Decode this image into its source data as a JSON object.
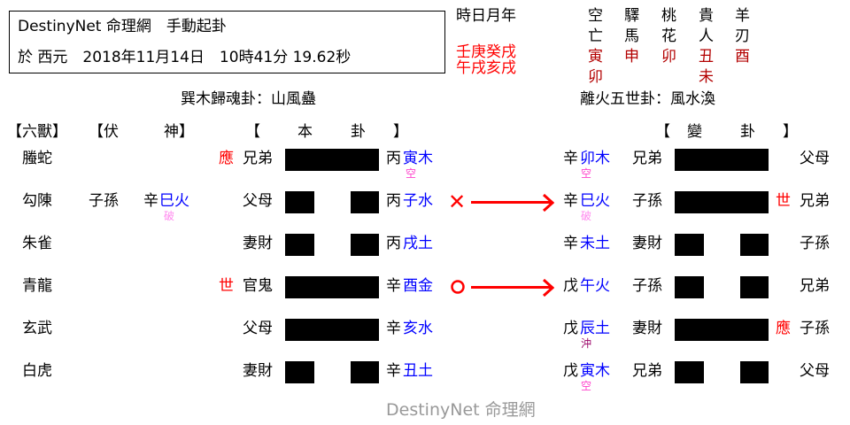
{
  "header": {
    "line1": "DestinyNet 命理網　手動起卦",
    "line2": "於 西元　2018年11月14日　10時41分 19.62秒"
  },
  "ganzhi": {
    "label": "時日月年",
    "stems": "壬庚癸戌",
    "branches": "午戌亥戌"
  },
  "shensha": {
    "columns": [
      {
        "top": "空",
        "bottom": "亡",
        "values": [
          "寅",
          "卯"
        ]
      },
      {
        "top": "驛",
        "bottom": "馬",
        "values": [
          "申"
        ]
      },
      {
        "top": "桃",
        "bottom": "花",
        "values": [
          "卯"
        ]
      },
      {
        "top": "貴",
        "bottom": "人",
        "values": [
          "丑",
          "未"
        ]
      },
      {
        "top": "羊",
        "bottom": "刃",
        "values": [
          "酉"
        ]
      }
    ]
  },
  "main_hexagram_title": "巽木歸魂卦：山風蠱",
  "changed_hexagram_title": "離火五世卦：風水渙",
  "headers": {
    "six_beasts": "【六獸】",
    "hidden_open": "【伏",
    "hidden_close": "神】",
    "main_open": "【",
    "main_mid1": "本",
    "main_mid2": "卦",
    "main_close": "】",
    "changed_open": "【",
    "changed_mid1": "變",
    "changed_mid2": "卦",
    "changed_close": "】"
  },
  "rows": [
    {
      "beast": "螣蛇",
      "hidden_rel": "",
      "hidden_stem": "",
      "hidden_branch": "",
      "hidden_note": "",
      "marker": "應",
      "relation": "兄弟",
      "line": "yang",
      "stem": "丙",
      "branch": "寅木",
      "note": "空",
      "move": "",
      "c_stem": "辛",
      "c_branch": "卯木",
      "c_note": "空",
      "c_relation": "兄弟",
      "c_line": "yang",
      "c_marker": "",
      "c_rel_right": "父母"
    },
    {
      "beast": "勾陳",
      "hidden_rel": "子孫",
      "hidden_stem": "辛",
      "hidden_branch": "巳火",
      "hidden_note": "破",
      "marker": "",
      "relation": "父母",
      "line": "yin",
      "stem": "丙",
      "branch": "子水",
      "note": "",
      "move": "✕",
      "c_stem": "辛",
      "c_branch": "巳火",
      "c_note": "破",
      "c_relation": "子孫",
      "c_line": "yang",
      "c_marker": "世",
      "c_rel_right": "兄弟"
    },
    {
      "beast": "朱雀",
      "hidden_rel": "",
      "hidden_stem": "",
      "hidden_branch": "",
      "hidden_note": "",
      "marker": "",
      "relation": "妻財",
      "line": "yin",
      "stem": "丙",
      "branch": "戌土",
      "note": "",
      "move": "",
      "c_stem": "辛",
      "c_branch": "未土",
      "c_note": "",
      "c_relation": "妻財",
      "c_line": "yin",
      "c_marker": "",
      "c_rel_right": "子孫"
    },
    {
      "beast": "青龍",
      "hidden_rel": "",
      "hidden_stem": "",
      "hidden_branch": "",
      "hidden_note": "",
      "marker": "世",
      "relation": "官鬼",
      "line": "yang",
      "stem": "辛",
      "branch": "酉金",
      "note": "",
      "move": "○",
      "c_stem": "戊",
      "c_branch": "午火",
      "c_note": "",
      "c_relation": "子孫",
      "c_line": "yin",
      "c_marker": "",
      "c_rel_right": "兄弟"
    },
    {
      "beast": "玄武",
      "hidden_rel": "",
      "hidden_stem": "",
      "hidden_branch": "",
      "hidden_note": "",
      "marker": "",
      "relation": "父母",
      "line": "yang",
      "stem": "辛",
      "branch": "亥水",
      "note": "",
      "move": "",
      "c_stem": "戊",
      "c_branch": "辰土",
      "c_note": "沖",
      "c_relation": "妻財",
      "c_line": "yang",
      "c_marker": "應",
      "c_rel_right": "子孫"
    },
    {
      "beast": "白虎",
      "hidden_rel": "",
      "hidden_stem": "",
      "hidden_branch": "",
      "hidden_note": "",
      "marker": "",
      "relation": "妻財",
      "line": "yin",
      "stem": "辛",
      "branch": "丑土",
      "note": "",
      "move": "",
      "c_stem": "戊",
      "c_branch": "寅木",
      "c_note": "空",
      "c_relation": "兄弟",
      "c_line": "yin",
      "c_marker": "",
      "c_rel_right": "父母"
    }
  ],
  "footer": "DestinyNet 命理網",
  "colors": {
    "marker": "#ff0000",
    "branch": "#0000ff",
    "shensha": "#b30000",
    "ganzhi": "#ff0000",
    "note_kong": "#ff44cc",
    "note_po": "#ff88ee",
    "note_chong": "#990066",
    "footer": "#999999"
  }
}
